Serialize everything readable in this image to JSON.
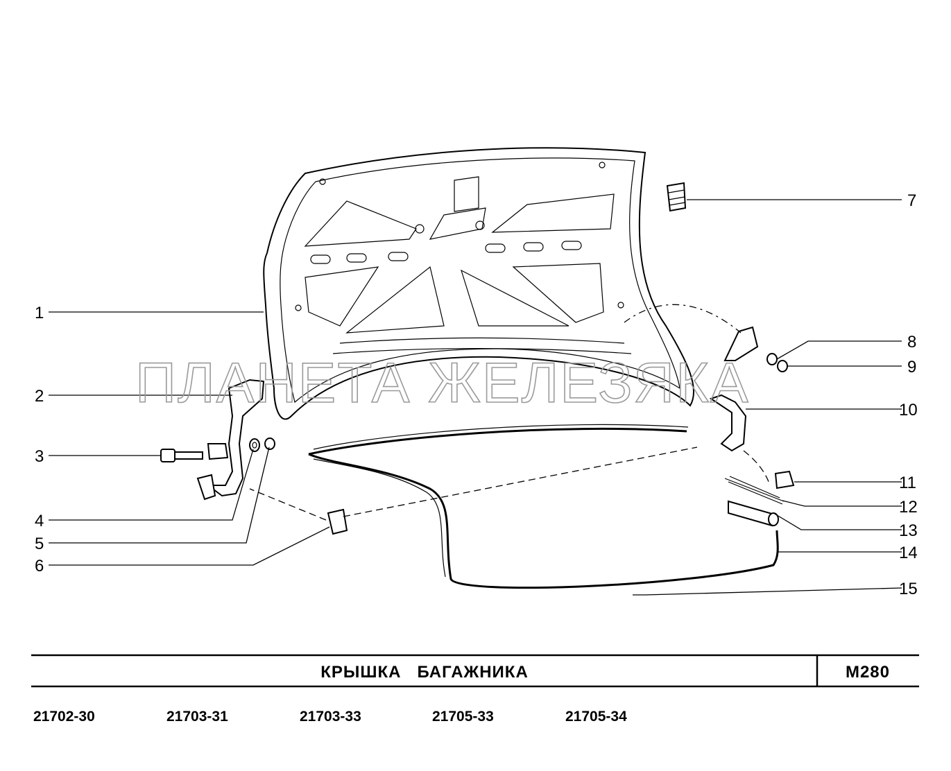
{
  "title": "КРЫШКА   БАГАЖНИКА",
  "page_code": "M280",
  "watermark": "ПЛАНЕТА ЖЕЛЕЗЯКА",
  "model_codes": [
    "21702-30",
    "21703-31",
    "21703-33",
    "21705-33",
    "21705-34"
  ],
  "callouts": [
    "1",
    "2",
    "3",
    "4",
    "5",
    "6",
    "7",
    "8",
    "9",
    "10",
    "11",
    "12",
    "13",
    "14",
    "15"
  ]
}
